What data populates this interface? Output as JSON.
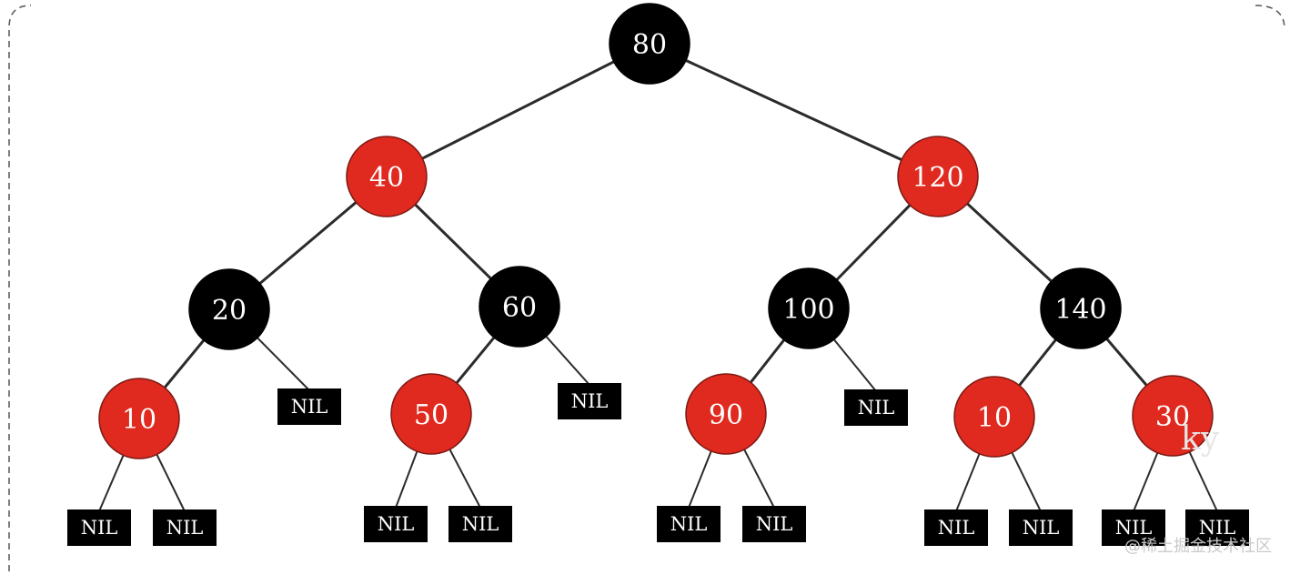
{
  "diagram": {
    "type": "red-black-tree",
    "colors": {
      "red": "#e0291f",
      "black": "#000000",
      "edge": "#2b2b2b",
      "label": "#ffffff",
      "border_dash": "#555555"
    },
    "nodes": [
      {
        "id": "n80",
        "label": "80",
        "color": "black"
      },
      {
        "id": "n40",
        "label": "40",
        "color": "red"
      },
      {
        "id": "n120",
        "label": "120",
        "color": "red"
      },
      {
        "id": "n20",
        "label": "20",
        "color": "black"
      },
      {
        "id": "n60",
        "label": "60",
        "color": "black"
      },
      {
        "id": "n100",
        "label": "100",
        "color": "black"
      },
      {
        "id": "n140",
        "label": "140",
        "color": "black"
      },
      {
        "id": "n10a",
        "label": "10",
        "color": "red"
      },
      {
        "id": "n50",
        "label": "50",
        "color": "red"
      },
      {
        "id": "n90",
        "label": "90",
        "color": "red"
      },
      {
        "id": "n10b",
        "label": "10",
        "color": "red"
      },
      {
        "id": "n30",
        "label": "30",
        "color": "red"
      }
    ],
    "nil_label": "NIL",
    "watermark_faint": "ky",
    "watermark": "@稀土掘金技术社区"
  }
}
